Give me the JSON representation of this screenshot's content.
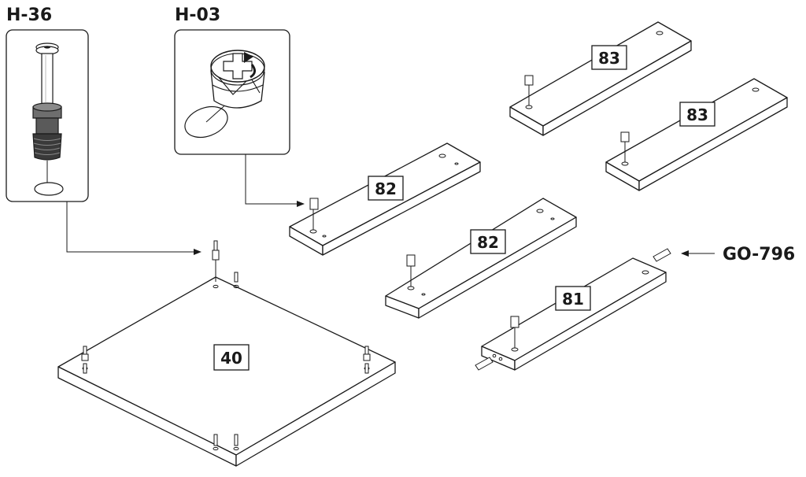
{
  "hardware": [
    {
      "code": "H-36",
      "icon": "cam-bolt-icon"
    },
    {
      "code": "H-03",
      "icon": "cam-lock-icon"
    }
  ],
  "dowel_callout": {
    "code": "GO-796",
    "icon": "dowel-icon"
  },
  "parts": [
    {
      "label": "40"
    },
    {
      "label": "81"
    },
    {
      "label": "82"
    },
    {
      "label": "82"
    },
    {
      "label": "83"
    },
    {
      "label": "83"
    }
  ],
  "colors": {
    "ink": "#1a1a1a",
    "paper": "#ffffff",
    "fill_gray": "#7a7a7a",
    "dark_gray": "#3a3a3a"
  }
}
